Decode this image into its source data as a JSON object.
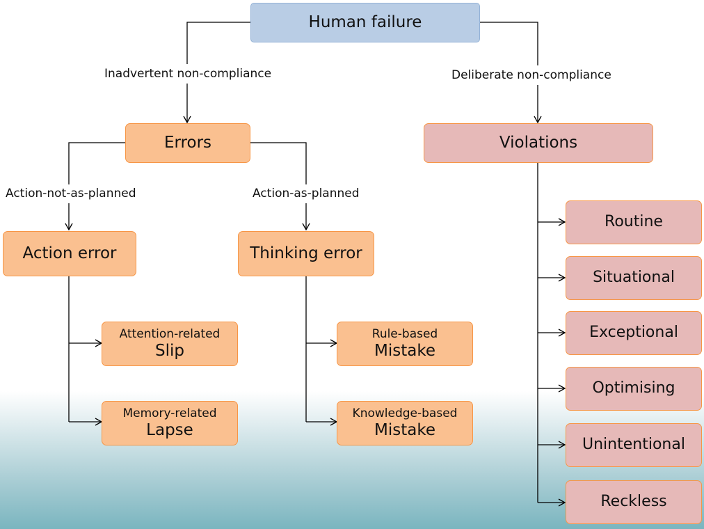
{
  "root": {
    "label": "Human failure"
  },
  "branch_labels": {
    "inadvertent": "Inadvertent non-compliance",
    "deliberate": "Deliberate non-compliance",
    "action_not_as_planned": "Action-not-as-planned",
    "action_as_planned": "Action-as-planned"
  },
  "errors": {
    "label": "Errors"
  },
  "violations": {
    "label": "Violations",
    "items": [
      "Routine",
      "Situational",
      "Exceptional",
      "Optimising",
      "Unintentional",
      "Reckless"
    ]
  },
  "action_error": {
    "label": "Action error",
    "children": [
      {
        "sub": "Attention-related",
        "main": "Slip"
      },
      {
        "sub": "Memory-related",
        "main": "Lapse"
      }
    ]
  },
  "thinking_error": {
    "label": "Thinking error",
    "children": [
      {
        "sub": "Rule-based",
        "main": "Mistake"
      },
      {
        "sub": "Knowledge-based",
        "main": "Mistake"
      }
    ]
  },
  "colors": {
    "root_fill": "#b9cde5",
    "error_fill": "#fac090",
    "violation_fill": "#e6b9b8",
    "border_orange": "#f79646"
  }
}
